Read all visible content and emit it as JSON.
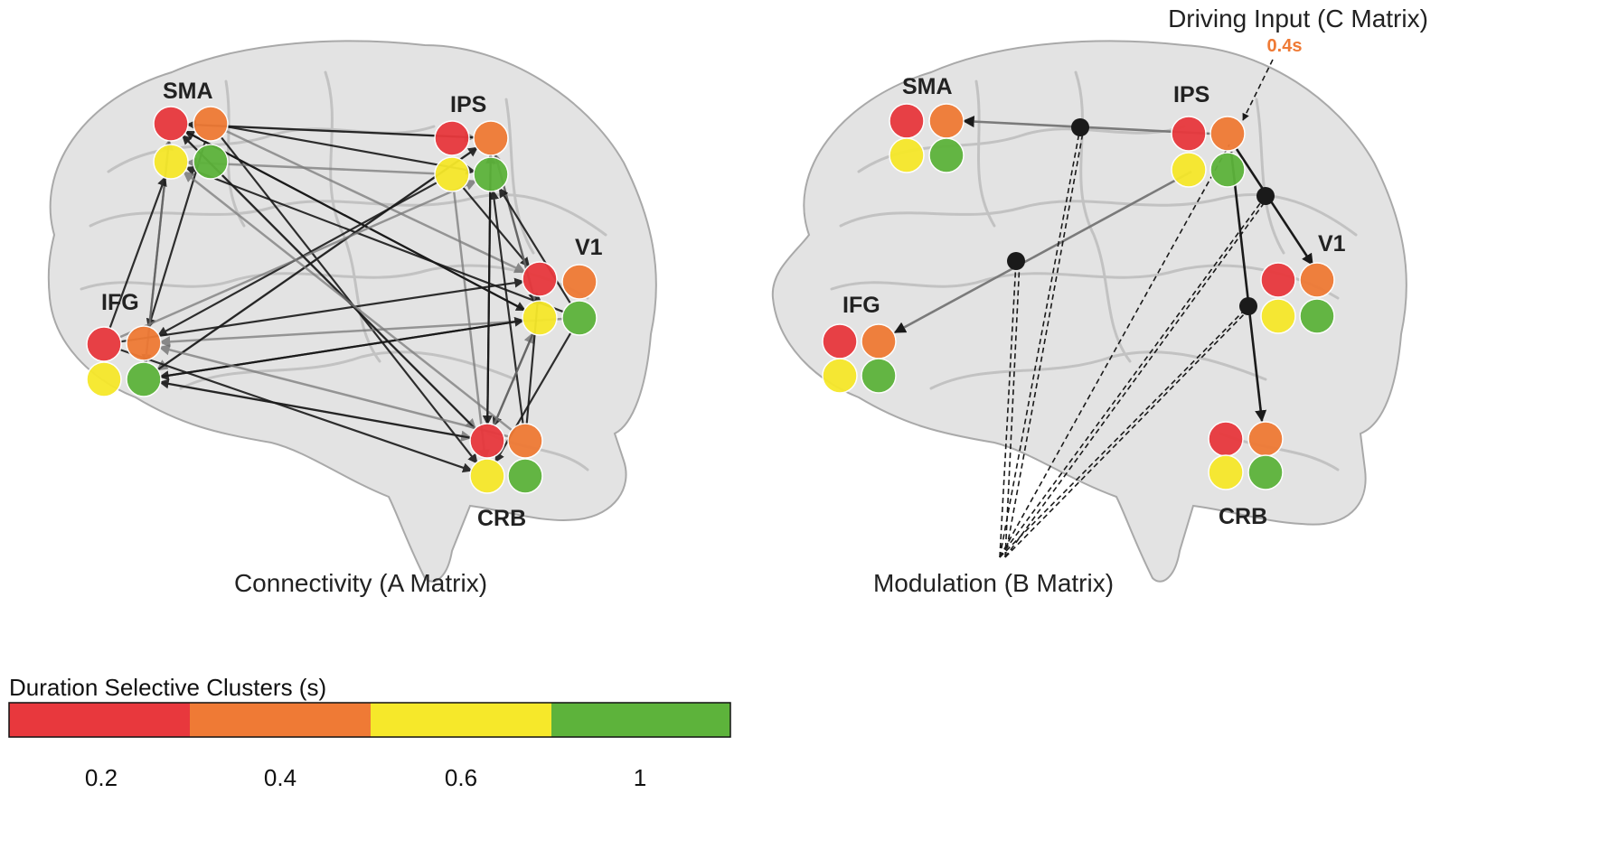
{
  "colors": {
    "red": "#e8383d",
    "orange": "#ef7a35",
    "yellow": "#f6e82a",
    "green": "#5db33b",
    "arrow": "#1a1a1a",
    "arrow_gray": "#7a7a7a",
    "input_value": "#ef7a35"
  },
  "left_panel": {
    "caption": "Connectivity (A Matrix)",
    "regions": {
      "sma": "SMA",
      "ips": "IPS",
      "v1": "V1",
      "ifg": "IFG",
      "crb": "CRB"
    }
  },
  "right_panel": {
    "caption": "Modulation (B Matrix)",
    "driving_input_title": "Driving Input (C Matrix)",
    "driving_input_value": "0.4s",
    "regions": {
      "sma": "SMA",
      "ips": "IPS",
      "v1": "V1",
      "ifg": "IFG",
      "crb": "CRB"
    }
  },
  "colorbar": {
    "title": "Duration Selective Clusters (s)",
    "ticks": [
      "0.2",
      "0.4",
      "0.6",
      "1"
    ]
  },
  "icons": [
    "brain-outline-icon",
    "arrow-icon"
  ]
}
